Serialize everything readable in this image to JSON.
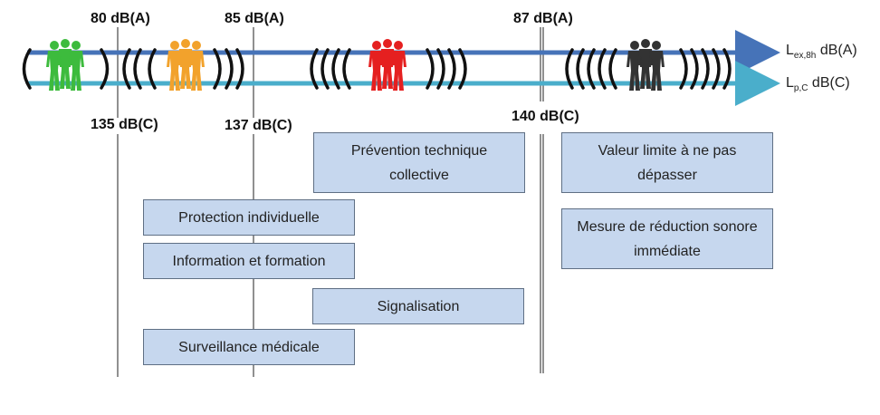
{
  "thresholds_top": {
    "a80": "80 dB(A)",
    "a85": "85 dB(A)",
    "a87": "87 dB(A)"
  },
  "thresholds_bottom": {
    "c135": "135 dB(C)",
    "c137": "137 dB(C)",
    "c140": "140 dB(C)"
  },
  "axes": {
    "lex": {
      "main": "L",
      "sub": "ex,8h",
      "unit": " dB(A)"
    },
    "lpc": {
      "main": "L",
      "sub": "p,C",
      "unit": " dB(C)"
    }
  },
  "measures": {
    "prevention": "Prévention technique collective",
    "protection": "Protection individuelle",
    "information": "Information et formation",
    "signalisation": "Signalisation",
    "surveillance": "Surveillance médicale",
    "valeur_limite": "Valeur limite à ne pas dépasser",
    "reduction": "Mesure de réduction sonore immédiate"
  },
  "colors": {
    "arrow_lex": "#4673b8",
    "arrow_lpc": "#4aaecb",
    "group_green": "#3dbb3d",
    "group_orange": "#f2a22c",
    "group_red": "#e52020",
    "group_black": "#333333",
    "box_fill": "#c6d7ee"
  }
}
